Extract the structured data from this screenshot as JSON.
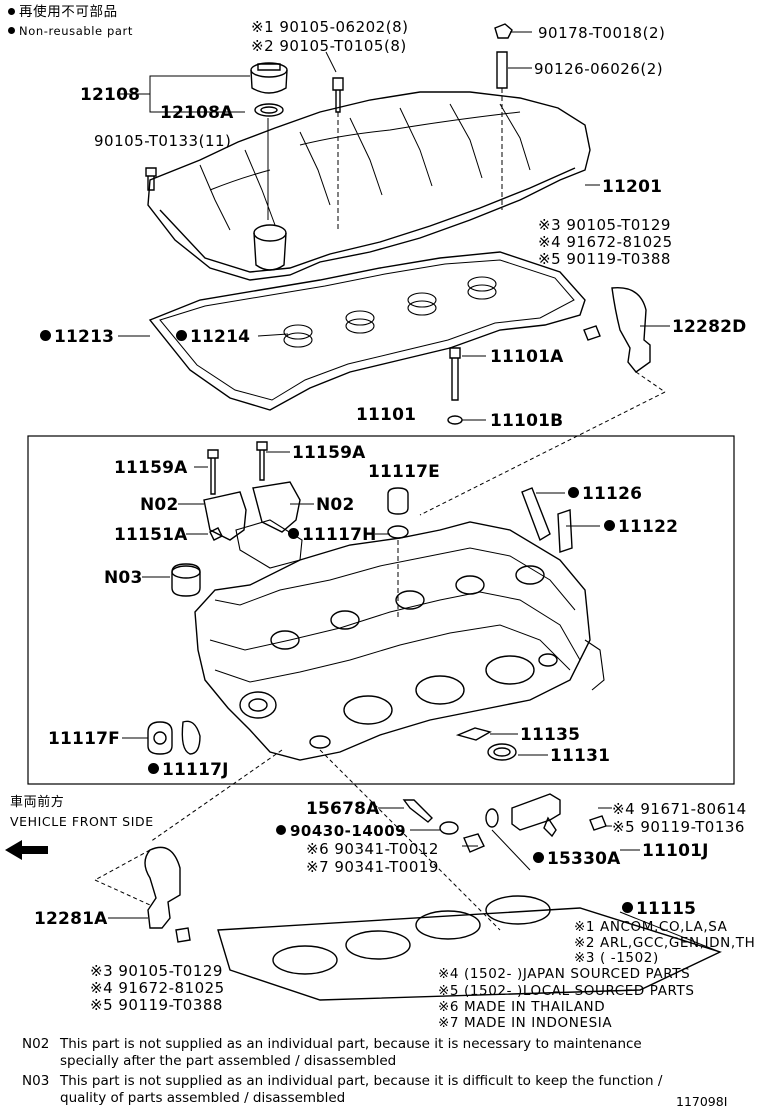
{
  "legend": {
    "line1": "再使用不可部品",
    "line2": "Non-reusable part"
  },
  "labels": {
    "p12108": "12108",
    "p12108a": "12108A",
    "bolt_cover_1": "※1 90105-06202(8)",
    "bolt_cover_2": "※2 90105-T0105(8)",
    "nut_top": "90178-T0018(2)",
    "stud_top": "90126-06026(2)",
    "bolt_t0133": "90105-T0133(11)",
    "p11201": "11201",
    "bracket_r_3": "※3 90105-T0129",
    "bracket_r_4": "※4 91672-81025",
    "bracket_r_5": "※5 90119-T0388",
    "p11213": "11213",
    "p11214": "11214",
    "p12282d": "12282D",
    "p11101a": "11101A",
    "p11101b": "11101B",
    "p11101": "11101",
    "p11159a_l": "11159A",
    "p11159a_r": "11159A",
    "p11117e": "11117E",
    "n02_l": "N02",
    "n02_r": "N02",
    "p11126": "11126",
    "p11151a": "11151A",
    "p11117h": "11117H",
    "p11122": "11122",
    "n03": "N03",
    "p11117f": "11117F",
    "p11117j": "11117J",
    "p11135": "11135",
    "p11131": "11131",
    "front_jp": "車両前方",
    "front_en": "VEHICLE FRONT SIDE",
    "p15678a": "15678A",
    "p90430": "90430-14009",
    "plug_6": "※6 90341-T0012",
    "plug_7": "※7 90341-T0019",
    "sensor_4": "※4 91671-80614",
    "sensor_5": "※5 90119-T0136",
    "p15330a": "15330A",
    "p11101j": "11101J",
    "p12281a": "12281A",
    "p11115": "11115",
    "bracket_l_3": "※3 90105-T0129",
    "bracket_l_4": "※4 91672-81025",
    "bracket_l_5": "※5 90119-T0388"
  },
  "codes": {
    "c1": "※1 ANCOM,CO,LA,SA",
    "c2": "※2 ARL,GCC,GEN,IDN,TH",
    "c3": "※3 (      -1502)",
    "c4": "※4 (1502-      )JAPAN SOURCED PARTS",
    "c5": "※5 (1502-      )LOCAL SOURCED PARTS",
    "c6": "※6 MADE IN THAILAND",
    "c7": "※7 MADE IN INDONESIA"
  },
  "footnotes": {
    "n02_code": "N02",
    "n02_line1": "This part is not supplied as an individual part, because it is necessary to maintenance",
    "n02_line2": "specially after the part assembled / disassembled",
    "n03_code": "N03",
    "n03_line1": "This part is not supplied as an individual part, because it is difficult to keep the function /",
    "n03_line2": "quality of parts  assembled / disassembled"
  },
  "figure_id": "117098I"
}
